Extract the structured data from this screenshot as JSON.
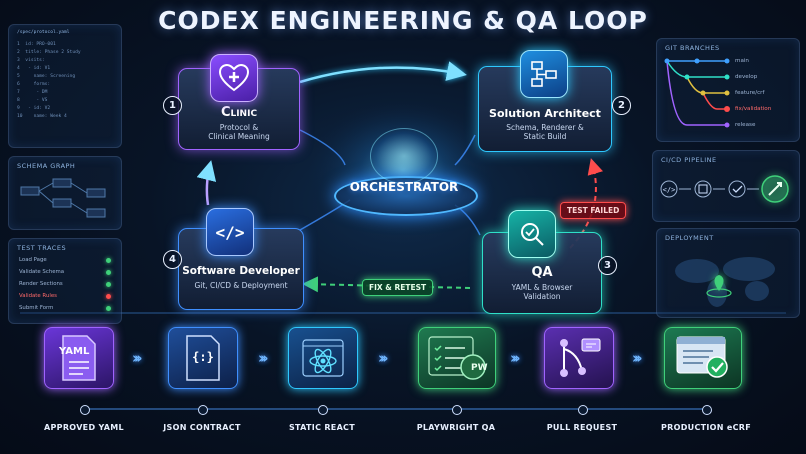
{
  "title": "CODEX ENGINEERING & QA LOOP",
  "colors": {
    "purple": "#a063ff",
    "cyan": "#2ec8ff",
    "teal": "#2fe0c8",
    "blue": "#3f8fff",
    "green": "#3fd07a",
    "red": "#ff4c4c"
  },
  "center": {
    "label": "ORCHESTRATOR"
  },
  "nodes": [
    {
      "number": "1",
      "title": "Clinic",
      "subtitle": "Protocol &\nClinical Meaning",
      "icon": "heart-plus-icon"
    },
    {
      "number": "2",
      "title": "Solution Architect",
      "subtitle": "Schema, Renderer &\nStatic Build",
      "icon": "flowchart-icon"
    },
    {
      "number": "3",
      "title": "QA",
      "subtitle": "YAML & Browser\nValidation",
      "icon": "magnifier-check-icon"
    },
    {
      "number": "4",
      "title": "Software Developer",
      "subtitle": "Git, CI/CD & Deployment",
      "icon": "code-brackets-icon"
    }
  ],
  "edge_labels": {
    "test_failed": "TEST FAILED",
    "fix_retest": "FIX & RETEST"
  },
  "left_panels": {
    "code_path": "/spec/protocol.yaml",
    "code_lines": [
      "1  id: PRO-001",
      "2  title: Phase 2 Study",
      "3  visits:",
      "4   - id: V1",
      "5     name: Screening",
      "6     forms:",
      "7      - DM",
      "8      - VS",
      "9   - id: V2",
      "10    name: Week 4"
    ],
    "schema_title": "SCHEMA GRAPH",
    "traces_title": "TEST TRACES",
    "traces": [
      {
        "label": "Load Page",
        "status": "ok"
      },
      {
        "label": "Validate Schema",
        "status": "ok"
      },
      {
        "label": "Render Sections",
        "status": "ok"
      },
      {
        "label": "Validate Rules",
        "status": "fail"
      },
      {
        "label": "Submit Form",
        "status": "ok"
      }
    ]
  },
  "right_panels": {
    "git_title": "GIT BRANCHES",
    "branches": [
      {
        "name": "main",
        "status": "ok"
      },
      {
        "name": "develop",
        "status": "ok"
      },
      {
        "name": "feature/crf",
        "status": "ok"
      },
      {
        "name": "fix/validation",
        "status": "fail"
      },
      {
        "name": "release",
        "status": "ok"
      }
    ],
    "cicd_title": "CI/CD PIPELINE",
    "cicd_steps": [
      "code-icon",
      "package-icon",
      "check-icon",
      "rocket-icon"
    ],
    "deploy_title": "DEPLOYMENT"
  },
  "pipeline": [
    {
      "label": "APPROVED YAML",
      "icon_text": "YAML",
      "icon": "document-icon"
    },
    {
      "label": "JSON CONTRACT",
      "icon_text": "{:}",
      "icon": "json-file-icon"
    },
    {
      "label": "STATIC REACT",
      "icon": "react-icon"
    },
    {
      "label": "PLAYWRIGHT QA",
      "icon_text": "PW",
      "icon": "checklist-icon"
    },
    {
      "label": "PULL REQUEST",
      "icon": "pull-request-icon"
    },
    {
      "label": "PRODUCTION eCRF",
      "icon": "form-check-icon"
    }
  ]
}
